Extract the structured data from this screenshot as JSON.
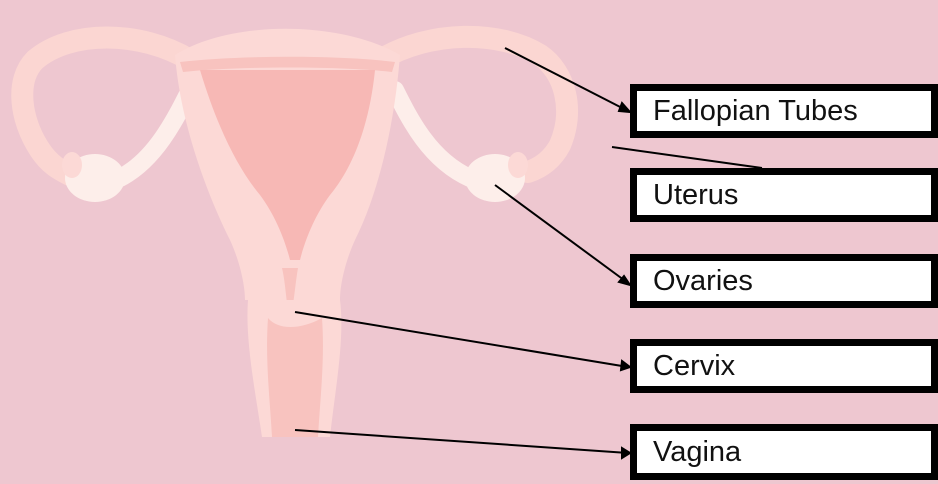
{
  "diagram": {
    "labels": {
      "fallopian_tubes": "Fallopian Tubes",
      "uterus": "Uterus",
      "ovaries": "Ovaries",
      "cervix": "Cervix",
      "vagina": "Vagina"
    },
    "colors": {
      "background": "#eec7d0",
      "organ_outer": "#fcd9d6",
      "organ_inner": "#f8bcb8",
      "ovary": "#fdeeea",
      "label_border": "#000000",
      "label_fill": "#ffffff",
      "pointer_line": "#000000"
    }
  }
}
